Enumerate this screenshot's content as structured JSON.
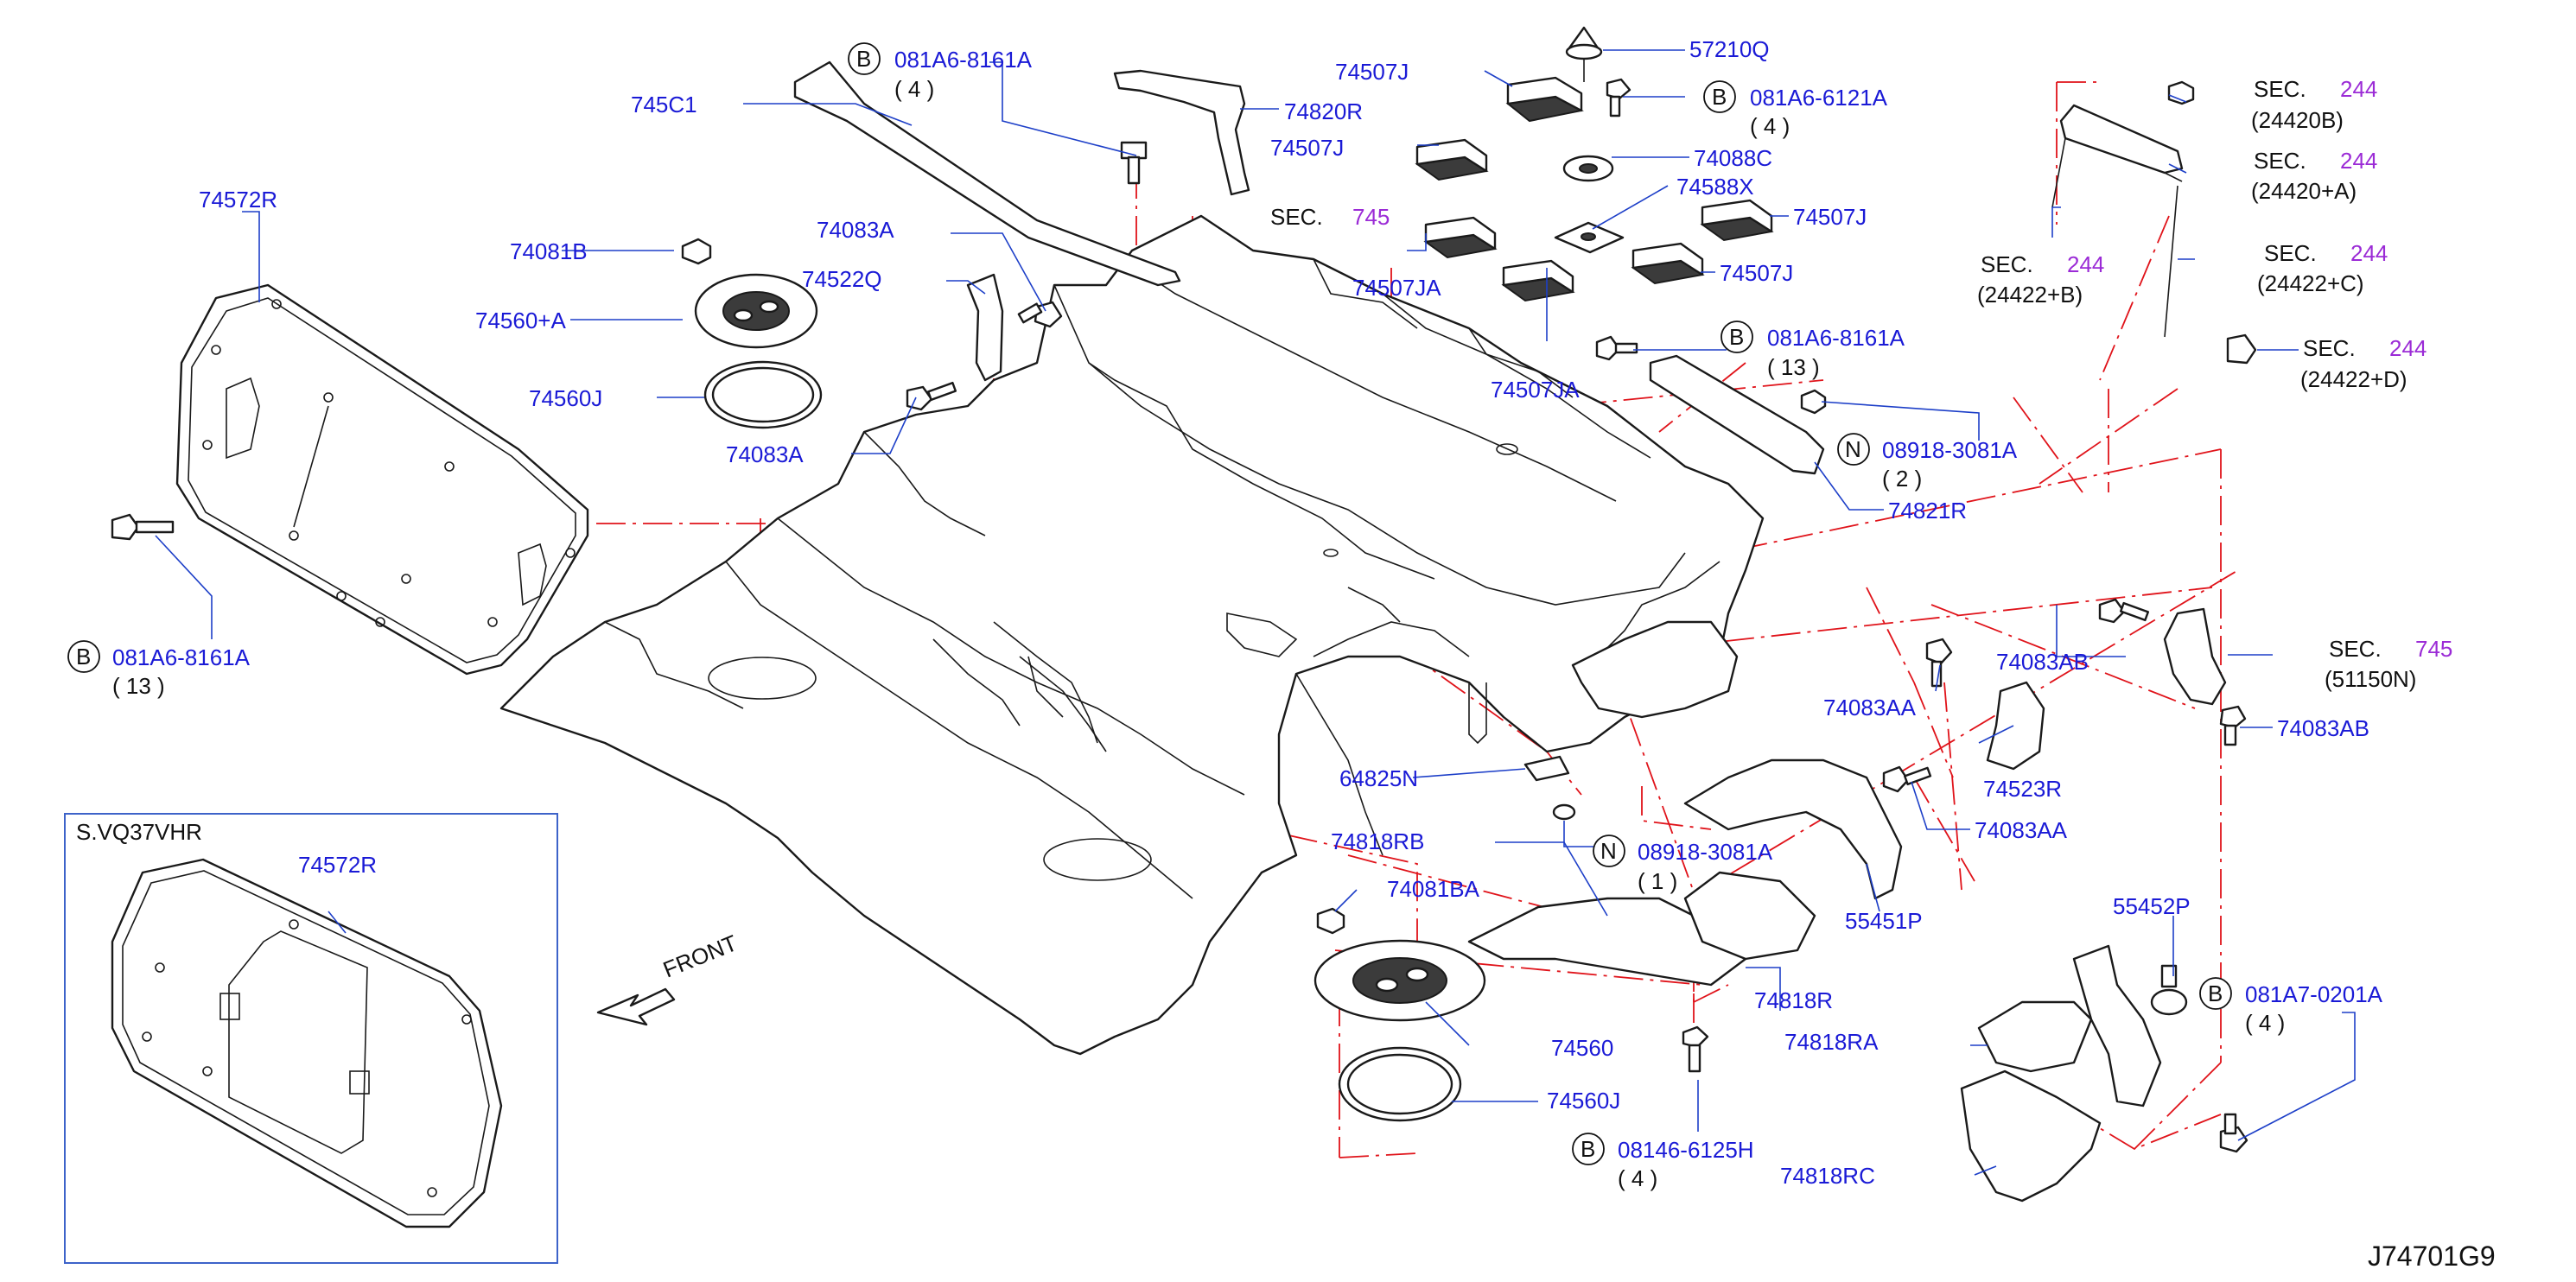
{
  "diagram": {
    "id_code": "J74701G9",
    "inset_title": "S.VQ37VHR",
    "front_label": "FRONT",
    "labels": {
      "p745C1": "745C1",
      "p74572R": "74572R",
      "p74081B": "74081B",
      "p74560A": "74560+A",
      "p74560J_top": "74560J",
      "p74083A_top": "74083A",
      "p74522Q": "74522Q",
      "p74083A_mid": "74083A",
      "p74820R": "74820R",
      "p74507J_1": "74507J",
      "p74507J_2": "74507J",
      "p74507J_3": "74507J",
      "p74507J_4": "74507J",
      "p74507JA_1": "74507JA",
      "p74507JA_2": "74507JA",
      "p57210Q": "57210Q",
      "p74088C": "74088C",
      "p74588X": "74588X",
      "p74821R": "74821R",
      "p74083AB_1": "74083AB",
      "p74083AB_2": "74083AB",
      "p74083AA_1": "74083AA",
      "p74083AA_2": "74083AA",
      "p74523R": "74523R",
      "p64825N": "64825N",
      "p74818RB": "74818RB",
      "p74081BA": "74081BA",
      "p55451P": "55451P",
      "p74818R": "74818R",
      "p74818RA": "74818RA",
      "p74818RC": "74818RC",
      "p55452P": "55452P",
      "p74560": "74560",
      "p74560J_bot": "74560J",
      "p74572R_inset": "74572R"
    },
    "sec": {
      "word": "SEC.",
      "sec745_top": "745",
      "sec244_1": "244",
      "ref_24420B": "(24420B)",
      "sec244_2": "244",
      "ref_24420A": "(24420+A)",
      "sec244_3": "244",
      "ref_24422B": "(24422+B)",
      "sec244_4": "244",
      "ref_24422C": "(24422+C)",
      "sec244_5": "244",
      "ref_24422D": "(24422+D)",
      "sec745_right": "745",
      "ref_51150N": "(51150N)"
    },
    "callouts": {
      "b_top_letter": "B",
      "b_top_code": "081A6-8161A",
      "b_top_qty": "( 4 )",
      "b_right_letter": "B",
      "b_right_code": "081A6-6121A",
      "b_right_qty": "( 4 )",
      "b_mid_letter": "B",
      "b_mid_code": "081A6-8161A",
      "b_mid_qty": "( 13 )",
      "n_mid_letter": "N",
      "n_mid_code": "08918-3081A",
      "n_mid_qty": "( 2 )",
      "b_left_letter": "B",
      "b_left_code": "081A6-8161A",
      "b_left_qty": "( 13 )",
      "n_bot_letter": "N",
      "n_bot_code": "08918-3081A",
      "n_bot_qty": "( 1 )",
      "b_bot_letter": "B",
      "b_bot_code": "08146-6125H",
      "b_bot_qty": "( 4 )",
      "b_br_letter": "B",
      "b_br_code": "081A7-0201A",
      "b_br_qty": "( 4 )"
    },
    "colors": {
      "part_number": "#1a1ad6",
      "section_number": "#9b2bd6",
      "leader_line": "#1d3fc8",
      "phantom_line": "#e0131a",
      "drawing": "#1a1a1a"
    }
  }
}
